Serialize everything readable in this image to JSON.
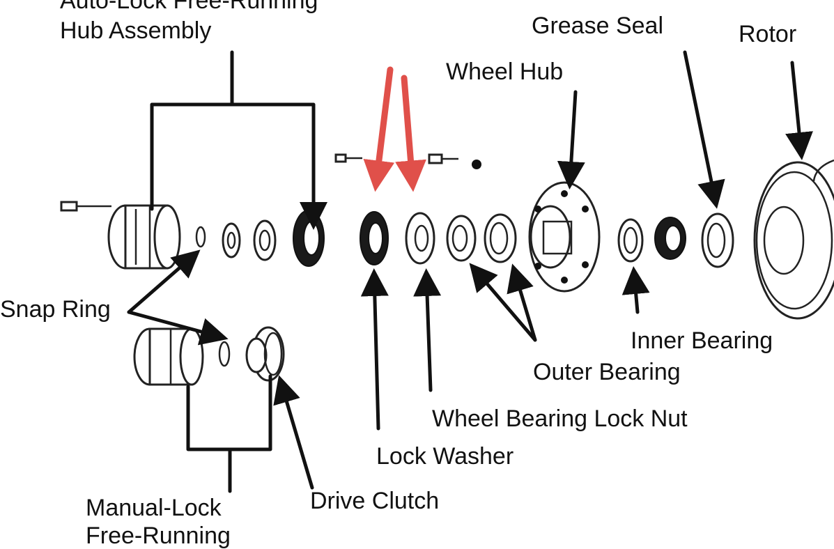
{
  "labels": {
    "auto_lock_line1": "Auto-Lock Free-Running",
    "auto_lock_line2": "Hub Assembly",
    "grease_seal": "Grease Seal",
    "rotor": "Rotor",
    "wheel_hub": "Wheel Hub",
    "snap_ring": "Snap Ring",
    "inner_bearing": "Inner Bearing",
    "outer_bearing": "Outer Bearing",
    "wheel_bearing_lock_nut": "Wheel Bearing Lock Nut",
    "lock_washer": "Lock Washer",
    "drive_clutch": "Drive Clutch",
    "manual_lock_line1": "Manual-Lock",
    "manual_lock_line2": "Free-Running"
  },
  "colors": {
    "highlight_arrows": "#e0504a",
    "ink": "#111111",
    "background": "#ffffff"
  }
}
